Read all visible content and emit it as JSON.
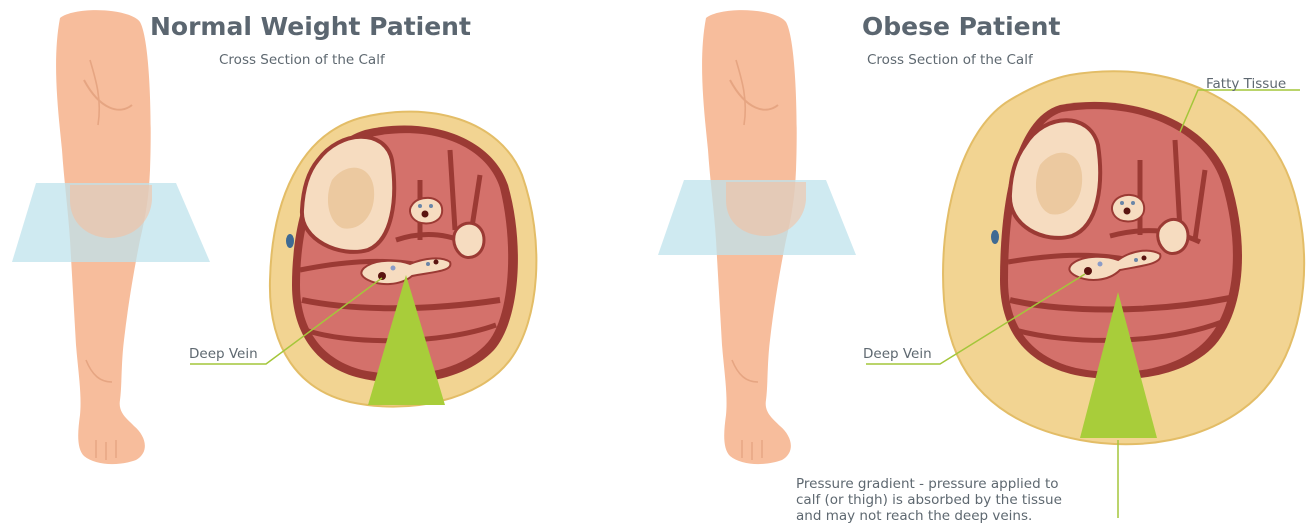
{
  "left_panel": {
    "title": "Normal Weight Patient",
    "subtitle": "Cross Section of the Calf",
    "deep_vein_label": "Deep Vein"
  },
  "right_panel": {
    "title": "Obese Patient",
    "subtitle": "Cross Section of the Calf",
    "deep_vein_label": "Deep Vein",
    "fatty_tissue_label": "Fatty Tissue",
    "pressure_note": [
      "Pressure gradient - pressure applied to",
      "calf (or thigh) is absorbed by the tissue",
      "and may not reach the deep veins."
    ]
  },
  "colors": {
    "skin": "#f7bd9c",
    "fat": "#f2d492",
    "muscle": "#d4716b",
    "muscle_border": "#9b3a34",
    "bone": "#f6dcc0",
    "pressure": "#a8cd3a",
    "plane": "#bfe3ec",
    "leader": "#a4c63a"
  }
}
